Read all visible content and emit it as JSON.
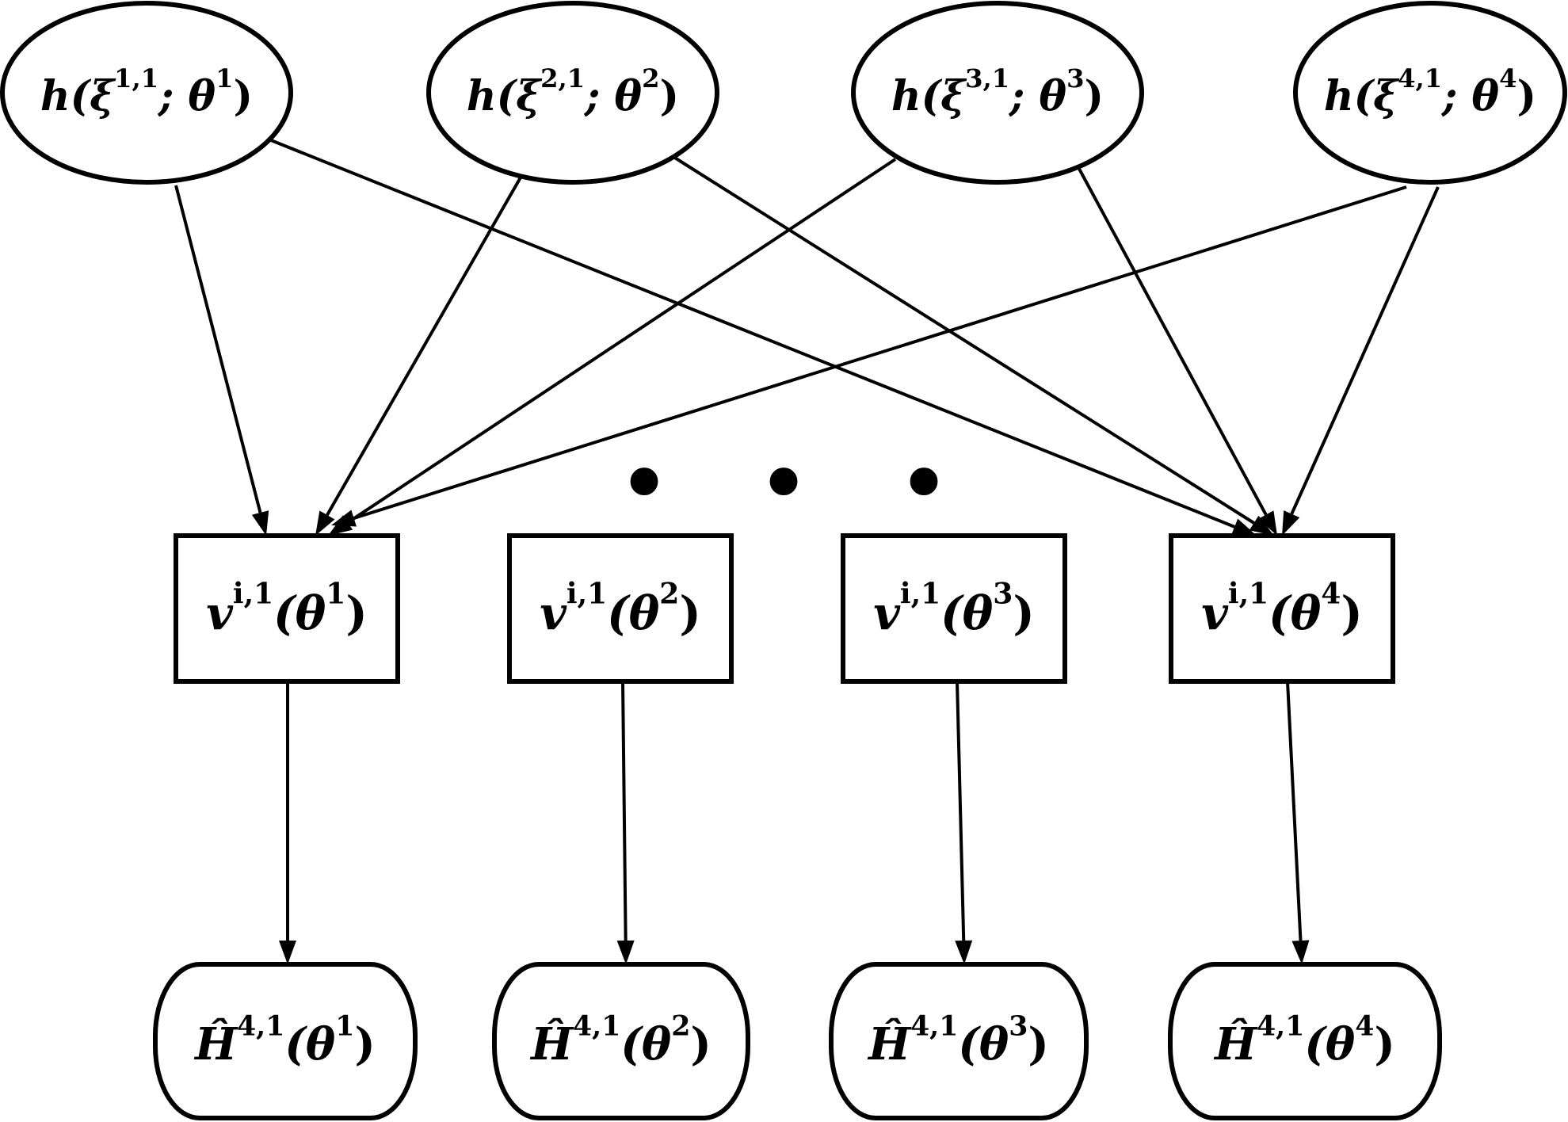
{
  "diagram": {
    "sources": [
      {
        "id": "h1",
        "base": "h(ξ",
        "sup1": "1,1",
        "mid": "; θ",
        "sup2": "1",
        "tail": ")"
      },
      {
        "id": "h2",
        "base": "h(ξ",
        "sup1": "2,1",
        "mid": "; θ",
        "sup2": "2",
        "tail": ")"
      },
      {
        "id": "h3",
        "base": "h(ξ",
        "sup1": "3,1",
        "mid": "; θ",
        "sup2": "3",
        "tail": ")"
      },
      {
        "id": "h4",
        "base": "h(ξ",
        "sup1": "4,1",
        "mid": "; θ",
        "sup2": "4",
        "tail": ")"
      }
    ],
    "middle": [
      {
        "id": "v1",
        "base": "v",
        "sup1": "i,1",
        "mid": "(θ",
        "sup2": "1",
        "tail": ")"
      },
      {
        "id": "v2",
        "base": "v",
        "sup1": "i,1",
        "mid": "(θ",
        "sup2": "2",
        "tail": ")"
      },
      {
        "id": "v3",
        "base": "v",
        "sup1": "i,1",
        "mid": "(θ",
        "sup2": "3",
        "tail": ")"
      },
      {
        "id": "v4",
        "base": "v",
        "sup1": "i,1",
        "mid": "(θ",
        "sup2": "4",
        "tail": ")"
      }
    ],
    "outputs": [
      {
        "id": "H1",
        "base": "Ĥ",
        "sup1": "4,1",
        "mid": "(θ",
        "sup2": "1",
        "tail": ")"
      },
      {
        "id": "H2",
        "base": "Ĥ",
        "sup1": "4,1",
        "mid": "(θ",
        "sup2": "2",
        "tail": ")"
      },
      {
        "id": "H3",
        "base": "Ĥ",
        "sup1": "4,1",
        "mid": "(θ",
        "sup2": "3",
        "tail": ")"
      },
      {
        "id": "H4",
        "base": "Ĥ",
        "sup1": "4,1",
        "mid": "(θ",
        "sup2": "4",
        "tail": ")"
      }
    ],
    "edges": [
      [
        "h1",
        "v1"
      ],
      [
        "h2",
        "v1"
      ],
      [
        "h3",
        "v1"
      ],
      [
        "h4",
        "v1"
      ],
      [
        "h1",
        "v4"
      ],
      [
        "h2",
        "v4"
      ],
      [
        "h3",
        "v4"
      ],
      [
        "h4",
        "v4"
      ],
      [
        "v1",
        "H1"
      ],
      [
        "v2",
        "H2"
      ],
      [
        "v3",
        "H3"
      ],
      [
        "v4",
        "H4"
      ]
    ],
    "ellipsis": "• • •"
  }
}
